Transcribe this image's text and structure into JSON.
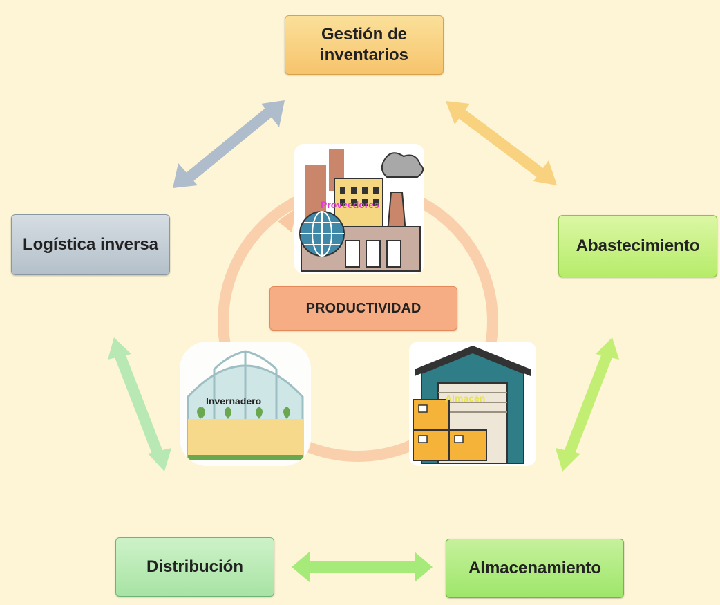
{
  "boxes": {
    "gestion": "Gestión de inventarios",
    "abastecimiento": "Abastecimiento",
    "logistica": "Logística inversa",
    "distribucion": "Distribución",
    "almacenamiento": "Almacenamiento",
    "productividad": "PRODUCTIVIDAD"
  },
  "images": {
    "proveedores": "Proveedores",
    "invernadero": "Invernadero",
    "almacen": "Almacén"
  },
  "colors": {
    "background": "#fdf5d6",
    "gestion": "#f6c46c",
    "abastecimiento": "#b6ec6a",
    "logistica": "#b4c0c9",
    "distribucion": "#a8e3a4",
    "almacenamiento": "#9ee66a",
    "productividad": "#f7ad84",
    "cycle_ring": "#f9c9a4"
  }
}
